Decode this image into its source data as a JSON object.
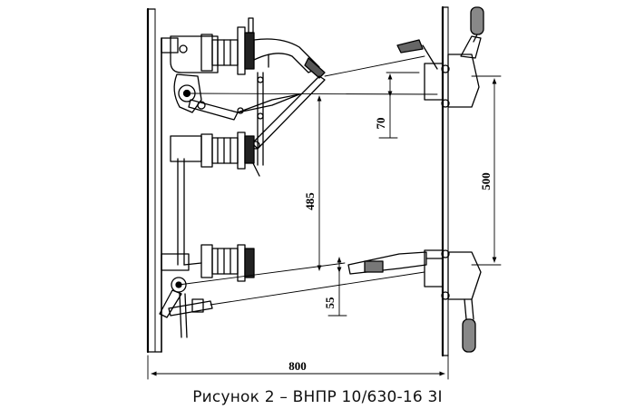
{
  "figure": {
    "caption": "Рисунок 2 – ВНПР 10/630-16 3I",
    "dimensions": {
      "overall_width": "800",
      "vertical_span": "485",
      "right_span": "500",
      "upper_offset": "70",
      "lower_offset": "55"
    }
  }
}
